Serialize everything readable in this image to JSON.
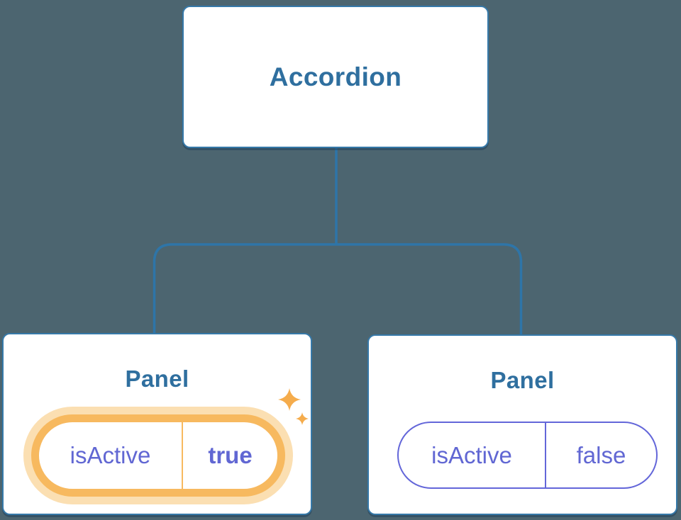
{
  "diagram": {
    "root": {
      "label": "Accordion"
    },
    "panels": [
      {
        "title": "Panel",
        "prop": {
          "name": "isActive",
          "value": "true"
        },
        "highlighted": true
      },
      {
        "title": "Panel",
        "prop": {
          "name": "isActive",
          "value": "false"
        },
        "highlighted": false
      }
    ]
  },
  "icons": {
    "sparkle": "four-point-star-sparkle"
  },
  "colors": {
    "background": "#4C6570",
    "box_fill": "#FFFFFF",
    "box_border": "#3679A9",
    "connector_line": "#2E75A8",
    "title_text": "#2F6F9F",
    "state_text": "#6167D3",
    "inactive_pill_border": "#6366D9",
    "active_pill_border": "#F7B95F",
    "active_pill_glow": "#FBDFB2",
    "sparkle": "#F5AC4C"
  }
}
